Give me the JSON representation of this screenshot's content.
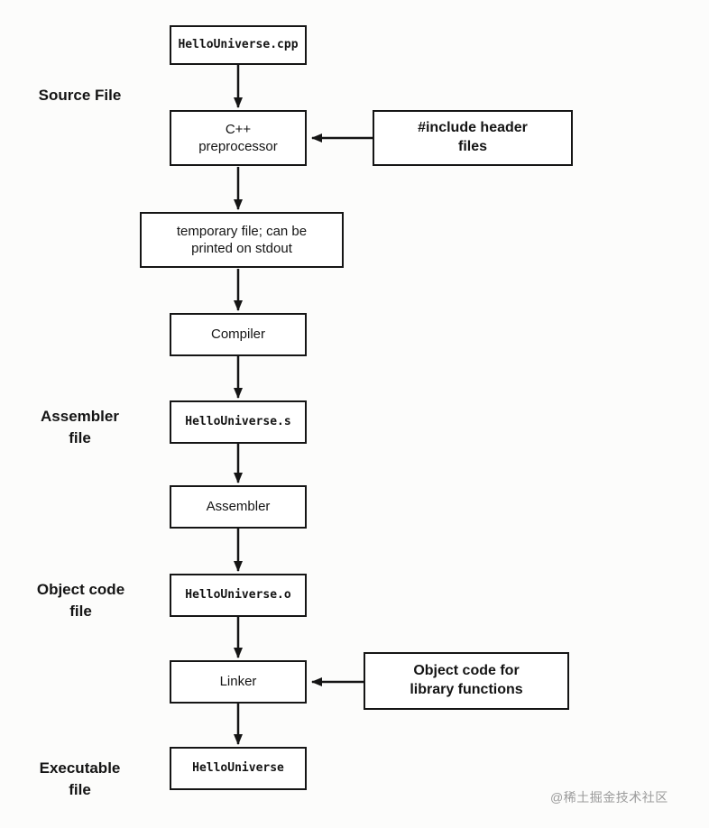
{
  "page": {
    "watermark": "@稀土掘金技术社区",
    "background_color": "#fcfcfb",
    "ink_color": "#141414",
    "watermark_color": "#9b9b9b"
  },
  "labels": {
    "source_file": "Source File",
    "assembler_file": "Assembler\nfile",
    "object_code_file": "Object code\nfile",
    "executable_file": "Executable\nfile"
  },
  "nodes": {
    "source": "HelloUniverse.cpp",
    "preprocessor": "C++\npreprocessor",
    "include_header": "#include header\nfiles",
    "temp_file": "temporary file; can be\nprinted on stdout",
    "compiler": "Compiler",
    "assembly_file": "HelloUniverse.s",
    "assembler": "Assembler",
    "object_file": "HelloUniverse.o",
    "linker": "Linker",
    "object_library": "Object code for\nlibrary functions",
    "executable": "HelloUniverse"
  }
}
